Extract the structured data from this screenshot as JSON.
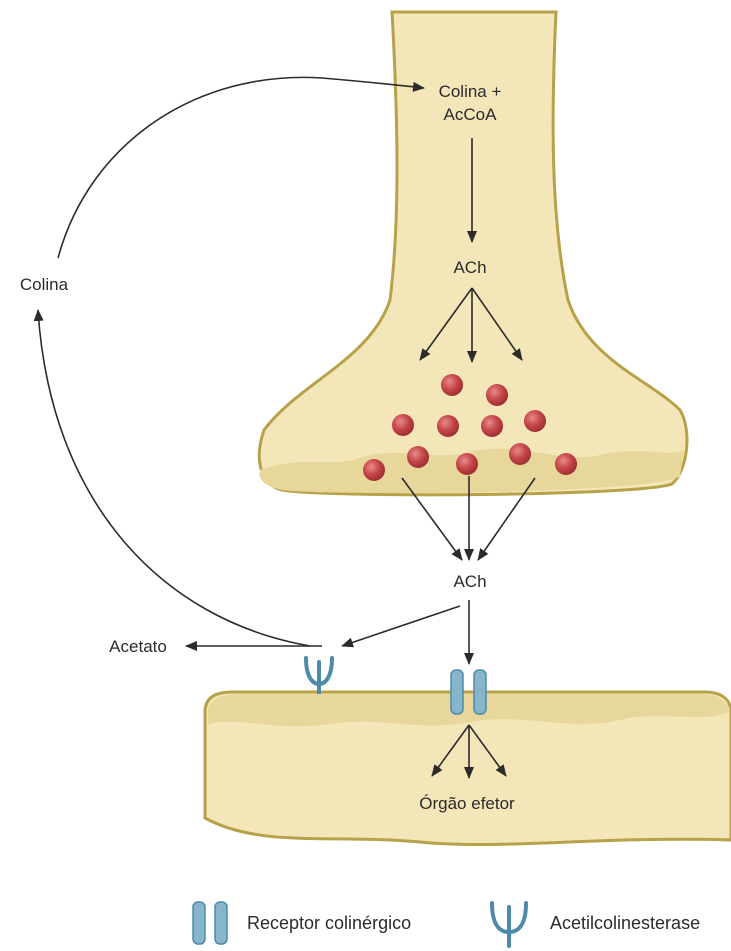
{
  "labels": {
    "colina_acoa_line1": "Colina +",
    "colina_acoa_line2": "AcCoA",
    "ach_top": "ACh",
    "colina": "Colina",
    "ach_cleft": "ACh",
    "acetato": "Acetato",
    "orgao_efetor": "Órgão efetor"
  },
  "legend": {
    "receptor": "Receptor colinérgico",
    "enzyme": "Acetilcolinesterase"
  },
  "colors": {
    "tissue_fill": "#f3e6b8",
    "tissue_edge": "#b7a24a",
    "tissue_shade": "#e8d79a",
    "vesicle": "#c7474a",
    "receptor": "#86b5cc",
    "receptor_edge": "#4e8ba8",
    "enzyme": "#4e8ba8",
    "text": "#2b2b2b"
  }
}
